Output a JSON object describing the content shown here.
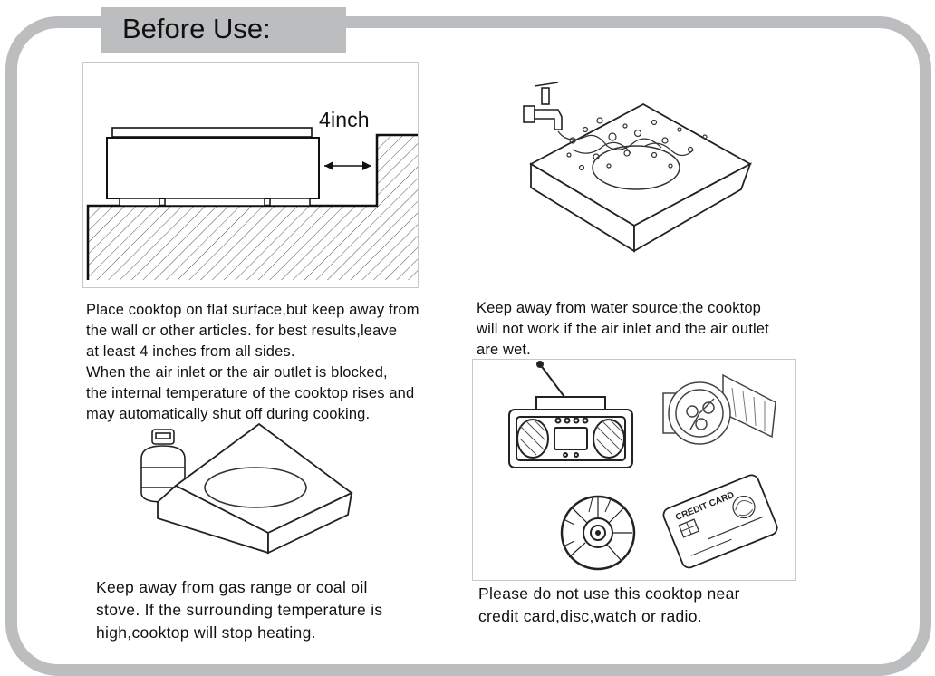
{
  "header": {
    "title": "Before Use:"
  },
  "panels": {
    "clearance": {
      "dimension_label": "4inch",
      "caption": "Place cooktop on flat surface,but keep away from\nthe wall or other articles. for best results,leave\nat least 4 inches from all sides.\nWhen the air inlet or the air outlet is blocked,\nthe internal temperature of the cooktop rises and\nmay automatically shut off during cooking."
    },
    "water": {
      "caption": "Keep away from water source;the cooktop\nwill not work if the air inlet and the air outlet\nare wet."
    },
    "gas": {
      "caption": "Keep away from gas range or coal oil\nstove. If the surrounding temperature is\nhigh,cooktop will stop heating."
    },
    "electronics": {
      "card_label": "CREDIT CARD",
      "caption": "Please do not use this cooktop near\ncredit card,disc,watch or radio."
    }
  },
  "icons": [
    "faucet-icon",
    "radio-icon",
    "watch-icon",
    "disc-icon",
    "credit-card-icon",
    "gas-cylinder-icon"
  ]
}
